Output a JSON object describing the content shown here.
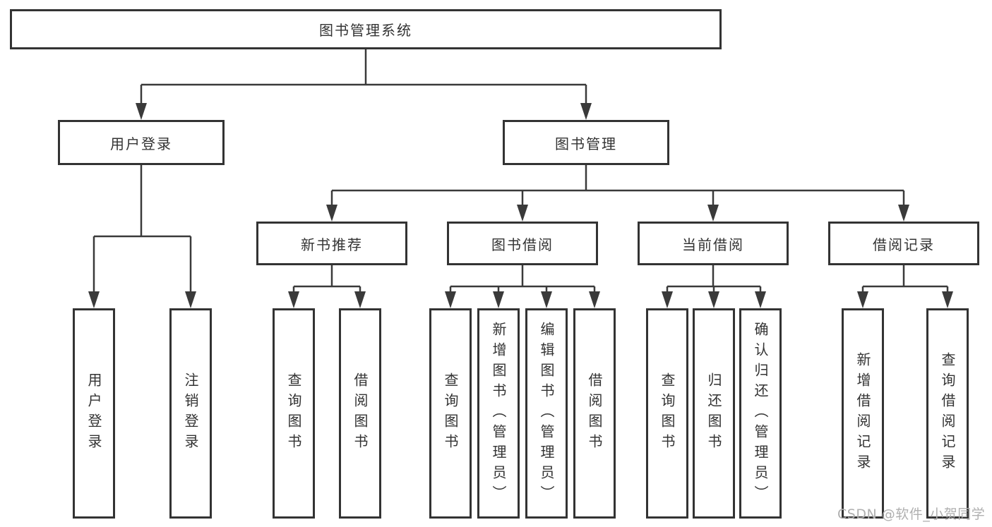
{
  "colors": {
    "bg": "#ffffff",
    "line": "#3a3a3a",
    "border": "#333333",
    "text": "#333333",
    "watermark": "#b0b0b0"
  },
  "watermark": "CSDN @软件_小贺同学",
  "tree": {
    "root": {
      "label": "图书管理系统"
    },
    "branches": [
      {
        "label": "用户登录",
        "children": [
          {
            "label": "用户登录"
          },
          {
            "label": "注销登录"
          }
        ]
      },
      {
        "label": "图书管理",
        "children": [
          {
            "label": "新书推荐",
            "children": [
              {
                "label": "查询图书"
              },
              {
                "label": "借阅图书"
              }
            ]
          },
          {
            "label": "图书借阅",
            "children": [
              {
                "label": "查询图书"
              },
              {
                "label": "新增图书（管理员）"
              },
              {
                "label": "编辑图书（管理员）"
              },
              {
                "label": "借阅图书"
              }
            ]
          },
          {
            "label": "当前借阅",
            "children": [
              {
                "label": "查询图书"
              },
              {
                "label": "归还图书"
              },
              {
                "label": "确认归还（管理员）"
              }
            ]
          },
          {
            "label": "借阅记录",
            "children": [
              {
                "label": "新增借阅记录"
              },
              {
                "label": "查询借阅记录"
              }
            ]
          }
        ]
      }
    ]
  }
}
